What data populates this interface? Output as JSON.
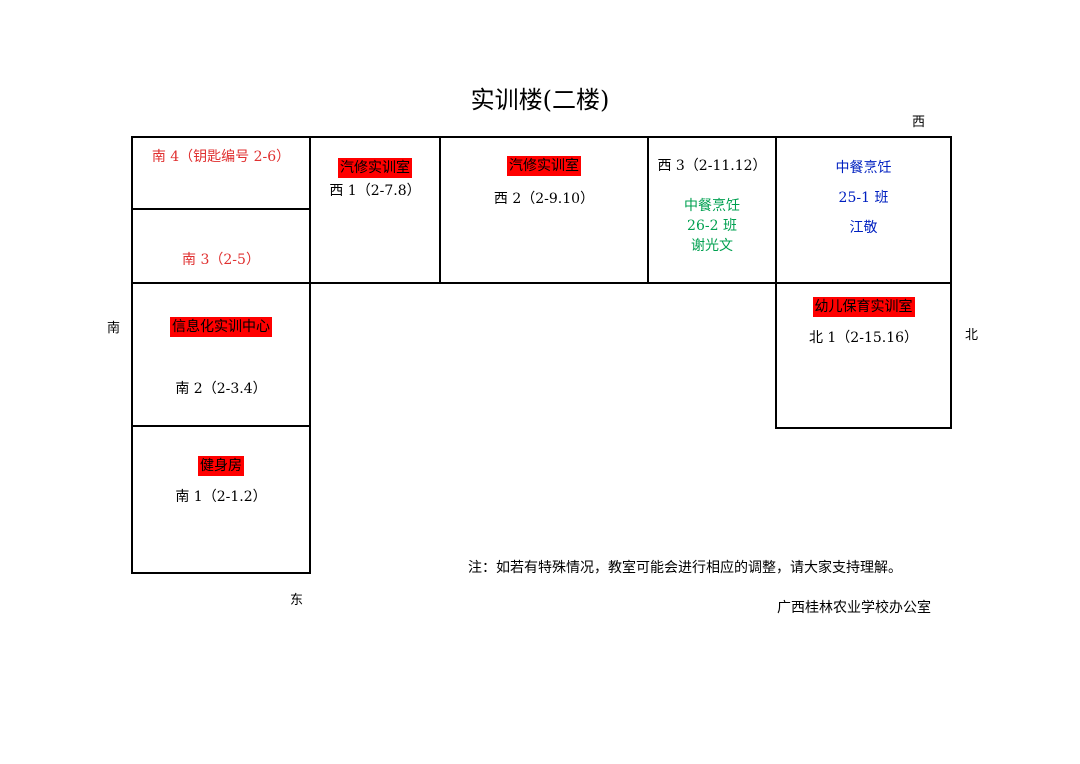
{
  "title": "实训楼(二楼)",
  "compass": {
    "west": "西",
    "south": "南",
    "north": "北",
    "east": "东"
  },
  "rooms": {
    "nan4": {
      "code": "南 4（钥匙编号 2-6）"
    },
    "nan3": {
      "code": "南 3（2-5）"
    },
    "xi1": {
      "name": "汽修实训室",
      "code": "西 1（2-7.8）"
    },
    "xi2": {
      "name": "汽修实训室",
      "code": "西 2（2-9.10）"
    },
    "xi3": {
      "code": "西 3（2-11.12）",
      "major": "中餐烹饪",
      "class": "26-2 班",
      "teacher": "谢光文"
    },
    "xi4": {
      "major": "中餐烹饪",
      "class": "25-1 班",
      "teacher": "江敬"
    },
    "bei1": {
      "name": "幼儿保育实训室",
      "code": "北 1（2-15.16）"
    },
    "nan2": {
      "name": "信息化实训中心",
      "code": "南 2（2-3.4）"
    },
    "nan1": {
      "name": "健身房",
      "code": "南 1（2-1.2）"
    }
  },
  "note": "注：如若有特殊情况，教室可能会进行相应的调整，请大家支持理解。",
  "office": "广西桂林农业学校办公室",
  "colors": {
    "highlight": "#ff0000",
    "red_text": "#e03030",
    "green_text": "#00a050",
    "blue_text": "#0020c0"
  }
}
